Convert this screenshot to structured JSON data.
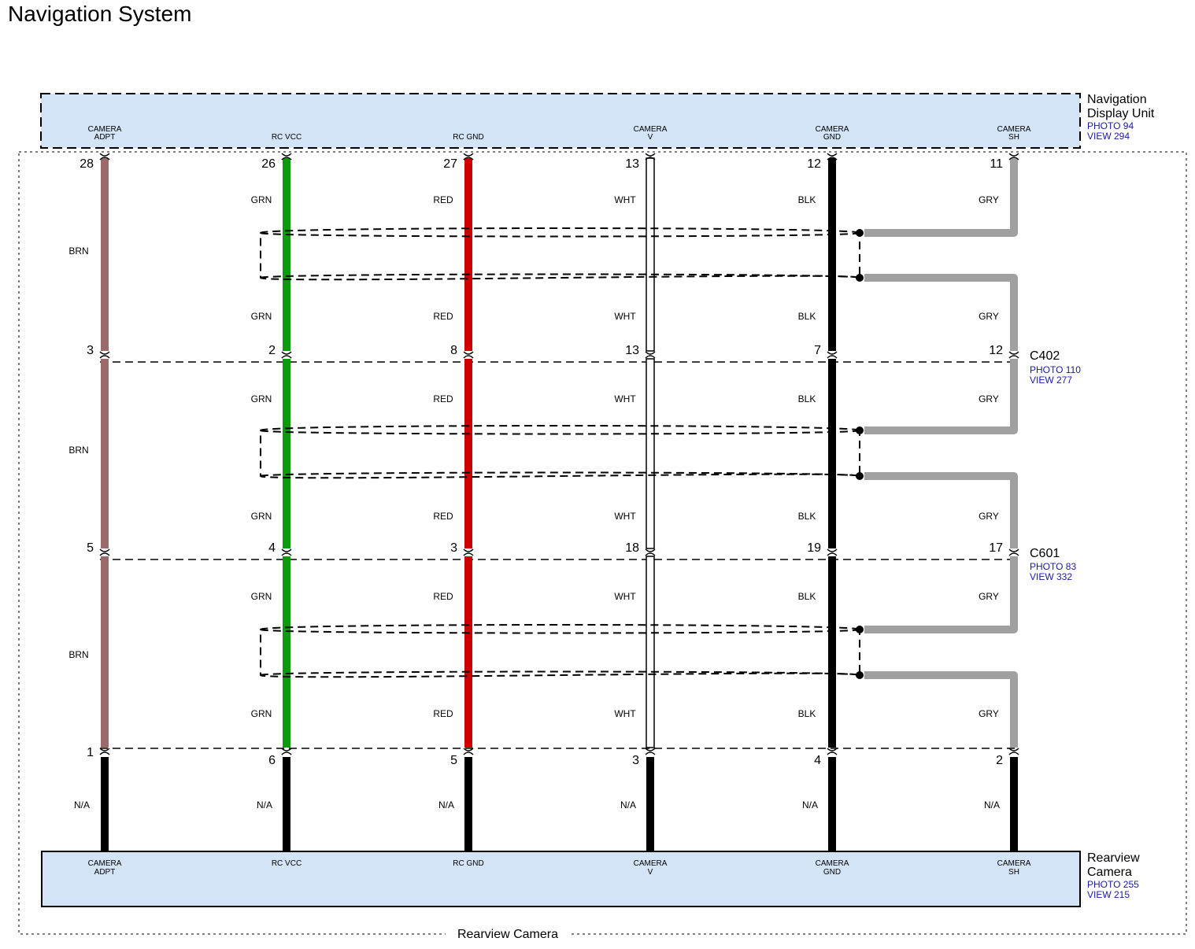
{
  "title": "Navigation System",
  "colors": {
    "component_fill": "#d3e4f6",
    "link": "#1a1aa6",
    "BRN": "#9b6b6b",
    "GRN": "#0d9a0d",
    "RED": "#cc0000",
    "WHT": "#ffffff",
    "BLK": "#000000",
    "GRY": "#a0a0a0"
  },
  "top_component": {
    "name_line1": "Navigation",
    "name_line2": "Display Unit",
    "photo": "PHOTO 94",
    "view": "VIEW 294",
    "pins": [
      {
        "line1": "CAMERA",
        "line2": "ADPT"
      },
      {
        "line1": "",
        "line2": "RC VCC"
      },
      {
        "line1": "",
        "line2": "RC GND"
      },
      {
        "line1": "CAMERA",
        "line2": "V"
      },
      {
        "line1": "CAMERA",
        "line2": "GND"
      },
      {
        "line1": "CAMERA",
        "line2": "SH"
      }
    ]
  },
  "bottom_component": {
    "name_line1": "Rearview",
    "name_line2": "Camera",
    "photo": "PHOTO 255",
    "view": "VIEW 215",
    "pins": [
      {
        "line1": "CAMERA",
        "line2": "ADPT"
      },
      {
        "line1": "RC VCC",
        "line2": ""
      },
      {
        "line1": "RC GND",
        "line2": ""
      },
      {
        "line1": "CAMERA",
        "line2": "V"
      },
      {
        "line1": "CAMERA",
        "line2": "GND"
      },
      {
        "line1": "CAMERA",
        "line2": "SH"
      }
    ]
  },
  "connectors": [
    {
      "name": "C402",
      "photo": "PHOTO 110",
      "view": "VIEW 277"
    },
    {
      "name": "C601",
      "photo": "PHOTO 83",
      "view": "VIEW 332"
    }
  ],
  "pin_numbers": {
    "nav_unit": [
      "28",
      "26",
      "27",
      "13",
      "12",
      "11"
    ],
    "c402": [
      "3",
      "2",
      "8",
      "13",
      "7",
      "12"
    ],
    "c601": [
      "5",
      "4",
      "3",
      "18",
      "19",
      "17"
    ],
    "camera_side": [
      "1",
      "6",
      "5",
      "3",
      "4",
      "2"
    ]
  },
  "wire_colors": [
    "BRN",
    "GRN",
    "RED",
    "WHT",
    "BLK",
    "GRY"
  ],
  "bottom_wire_label": "N/A",
  "group_label": "Rearview Camera"
}
